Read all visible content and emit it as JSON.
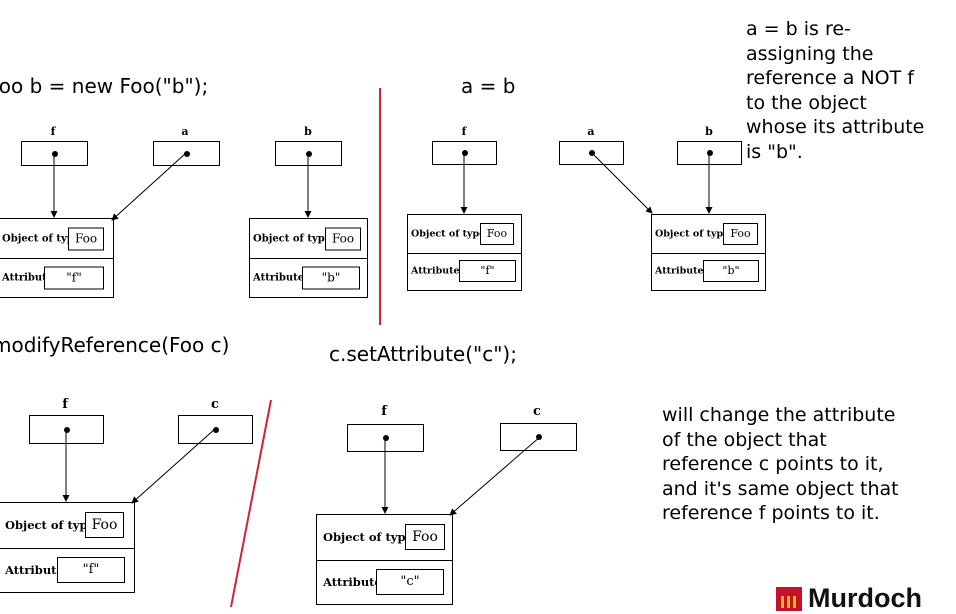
{
  "top_left": {
    "code": "Foo b = new Foo(\"b\");"
  },
  "top_right": {
    "code": "a = b"
  },
  "bottom_left": {
    "code": "modifyReference(Foo c)"
  },
  "bottom_right": {
    "code": "c.setAttribute(\"c\");"
  },
  "note_top": {
    "lines": [
      "a = b is re-",
      "assigning the",
      "reference a NOT f",
      "to the object",
      "whose its attribute",
      "is \"b\"."
    ]
  },
  "note_bottom": {
    "lines": [
      "will change the attribute",
      "of the object that",
      "reference c points to it,",
      "and it's same object that",
      "reference f points to it."
    ]
  },
  "object": {
    "type_label": "Object of type:",
    "type_value": "Foo",
    "attr_label": "Attribute:"
  },
  "diagram1": {
    "refs": {
      "f": "f",
      "a": "a",
      "b": "b"
    },
    "obj_f_attr": "\"f\"",
    "obj_b_attr": "\"b\""
  },
  "diagram2": {
    "refs": {
      "f": "f",
      "a": "a",
      "b": "b"
    },
    "obj_f_attr": "\"f\"",
    "obj_b_attr": "\"b\""
  },
  "diagram3": {
    "refs": {
      "f": "f",
      "c": "c"
    },
    "obj_attr": "\"f\""
  },
  "diagram4": {
    "refs": {
      "f": "f",
      "c": "c"
    },
    "obj_attr": "\"c\""
  },
  "logo": {
    "text": "Murdoch"
  },
  "colors": {
    "divider": "#d0223a",
    "logo_red": "#c8102e",
    "logo_gold": "#f5c400"
  }
}
